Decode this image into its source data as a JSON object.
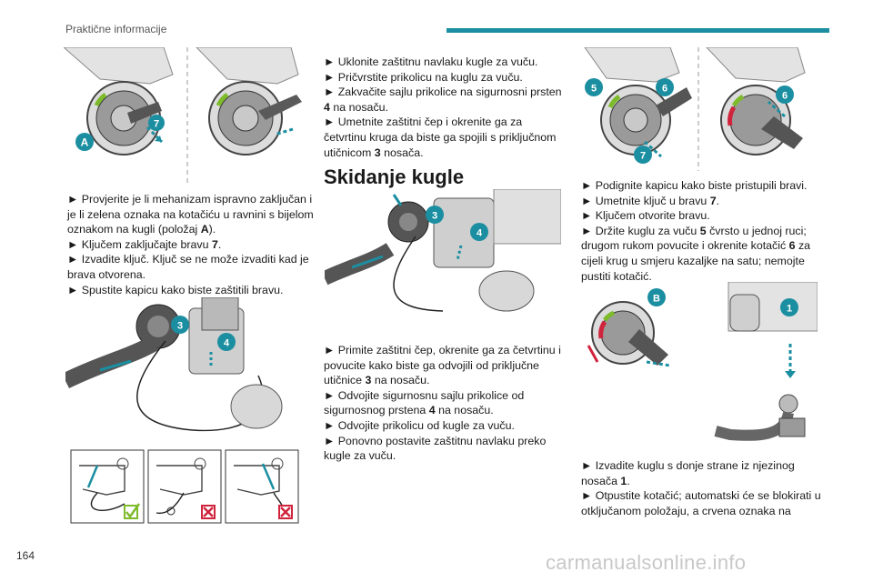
{
  "header": {
    "section_title": "Praktične informacije"
  },
  "page_number": "164",
  "watermark": "carmanualsonline.info",
  "colors": {
    "accent": "#1b8fa1",
    "callout": "#1b8fa1",
    "ok": "#7dbb2b",
    "bad": "#d0243d"
  },
  "col1": {
    "figure1_labels": [
      "A",
      "7"
    ],
    "p1": "► Provjerite je li mehanizam ispravno zaključan i je li zelena oznaka na kotačiću u ravnini s bijelom oznakom na kugli (položaj ",
    "p1_bold": "A",
    "p1_end": ").",
    "p2": "► Ključem zaključajte bravu ",
    "p2_bold": "7",
    "p2_end": ".",
    "p3": "► Izvadite ključ. Ključ se ne može izvaditi kad je brava otvorena.",
    "p4": "► Spustite kapicu kako biste zaštitili bravu.",
    "figure2_labels": [
      "3",
      "4"
    ]
  },
  "col2": {
    "p1": "► Uklonite zaštitnu navlaku kugle za vuču.",
    "p2": "► Pričvrstite prikolicu na kuglu za vuču.",
    "p3a": "► Zakvačite sajlu prikolice na sigurnosni prsten ",
    "p3_bold": "4",
    "p3b": " na nosaču.",
    "p4a": "► Umetnite zaštitni čep i okrenite ga za četvrtinu kruga da biste ga spojili s priključnom utičnicom ",
    "p4_bold": "3",
    "p4b": " nosača.",
    "heading": "Skidanje kugle",
    "figure_labels": [
      "3",
      "4"
    ],
    "p5a": "► Primite zaštitni čep, okrenite ga za četvrtinu i povucite kako biste ga odvojili od priključne utičnice ",
    "p5_bold": "3",
    "p5b": " na nosaču.",
    "p6a": "► Odvojite sigurnosnu sajlu prikolice od sigurnosnog prstena ",
    "p6_bold": "4",
    "p6b": " na nosaču.",
    "p7": "► Odvojite prikolicu od kugle za vuču.",
    "p8": "► Ponovno postavite zaštitnu navlaku preko kugle za vuču."
  },
  "col3": {
    "figure1_labels": [
      "5",
      "6",
      "7",
      "6"
    ],
    "p1": "► Podignite kapicu kako biste pristupili bravi.",
    "p2a": "► Umetnite ključ u bravu ",
    "p2_bold": "7",
    "p2b": ".",
    "p3": "► Ključem otvorite bravu.",
    "p4a": "► Držite kuglu za vuču ",
    "p4_bold": "5",
    "p4b": " čvrsto u jednoj ruci; drugom rukom povucite i okrenite kotačić ",
    "p4_bold2": "6",
    "p4c": " za cijeli krug u smjeru kazaljke na satu; nemojte pustiti kotačić.",
    "figure2_labels": [
      "B",
      "1"
    ],
    "p5a": "► Izvadite kuglu s donje strane iz njezinog nosača ",
    "p5_bold": "1",
    "p5b": ".",
    "p6": "► Otpustite kotačić; automatski će se blokirati u otključanom položaju, a crvena oznaka na"
  }
}
